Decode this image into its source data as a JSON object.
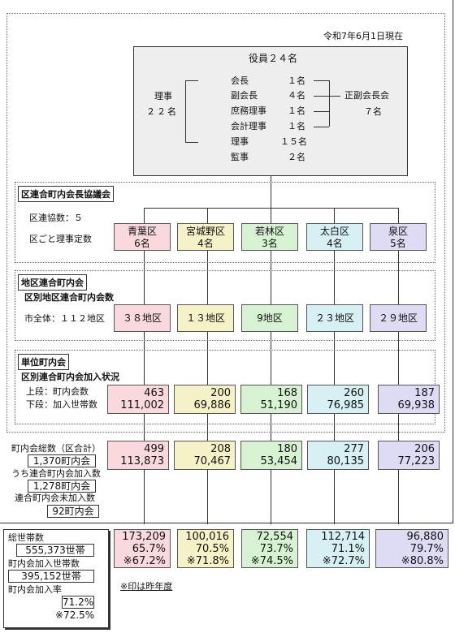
{
  "date": "令和7年6月1日現在",
  "officers": {
    "title": "役員２４名",
    "riji_label": "理事",
    "riji_count": "２２名",
    "roles": [
      {
        "name": "会長",
        "count": "１名"
      },
      {
        "name": "副会長",
        "count": "４名"
      },
      {
        "name": "庶務理事",
        "count": "１名"
      },
      {
        "name": "会計理事",
        "count": "１名"
      },
      {
        "name": "理事",
        "count": "１５名"
      },
      {
        "name": "監事",
        "count": "２名"
      }
    ],
    "vice_label": "正副会長会",
    "vice_count": "７名"
  },
  "ku_council": {
    "header": "区連合町内会長協議会",
    "count_label": "区連協数：５",
    "riji_label": "区ごと理事定数"
  },
  "wards": [
    {
      "name": "青葉区",
      "riji": "6名",
      "chiku": "３８地区",
      "assoc": "463",
      "households": "111,002",
      "total_assoc": "499",
      "total_households": "113,873",
      "all_households": "173,209",
      "rate": "65.7%",
      "prev_rate": "※67.2%",
      "color": "#f9d9dd"
    },
    {
      "name": "宮城野区",
      "riji": "4名",
      "chiku": "１３地区",
      "assoc": "200",
      "households": "69,886",
      "total_assoc": "208",
      "total_households": "70,467",
      "all_households": "100,016",
      "rate": "70.5%",
      "prev_rate": "※71.8%",
      "color": "#f6f2c8"
    },
    {
      "name": "若林区",
      "riji": "3名",
      "chiku": "9地区",
      "assoc": "168",
      "households": "51,190",
      "total_assoc": "180",
      "total_households": "53,454",
      "all_households": "72,554",
      "rate": "73.7%",
      "prev_rate": "※74.5%",
      "color": "#d6f2d2"
    },
    {
      "name": "太白区",
      "riji": "4名",
      "chiku": "２３地区",
      "assoc": "260",
      "households": "76,985",
      "total_assoc": "277",
      "total_households": "80,135",
      "all_households": "112,714",
      "rate": "71.1%",
      "prev_rate": "※72.7%",
      "color": "#d7f0f4"
    },
    {
      "name": "泉区",
      "riji": "5名",
      "chiku": "２９地区",
      "assoc": "187",
      "households": "69,938",
      "total_assoc": "206",
      "total_households": "77,223",
      "all_households": "96,880",
      "rate": "79.7%",
      "prev_rate": "※80.8%",
      "color": "#dedbf4"
    }
  ],
  "chiku_section": {
    "header": "地区連合町内会",
    "sub": "区別地区連合町内会数",
    "total_label": "市全体：１１２地区"
  },
  "unit_section": {
    "header": "単位町内会",
    "sub": "区別連合町内会加入状況",
    "upper": "上段：町内会数",
    "lower": "下段：加入世帯数"
  },
  "totals": {
    "total_label": "町内会総数（区合計）",
    "total_value": "1,370町内会",
    "joined_label": "うち連合町内会加入数",
    "joined_value": "1,278町内会",
    "not_joined_label": "連合町内会未加入数",
    "not_joined_value": "92町内会"
  },
  "households": {
    "total_label": "総世帯数",
    "total_value": "555,373世帯",
    "joined_label": "町内会加入世帯数",
    "joined_value": "395,152世帯",
    "rate_label": "町内会加入率",
    "rate_value": "71.2%",
    "prev_rate": "※72.5%"
  },
  "note": "※印は昨年度"
}
